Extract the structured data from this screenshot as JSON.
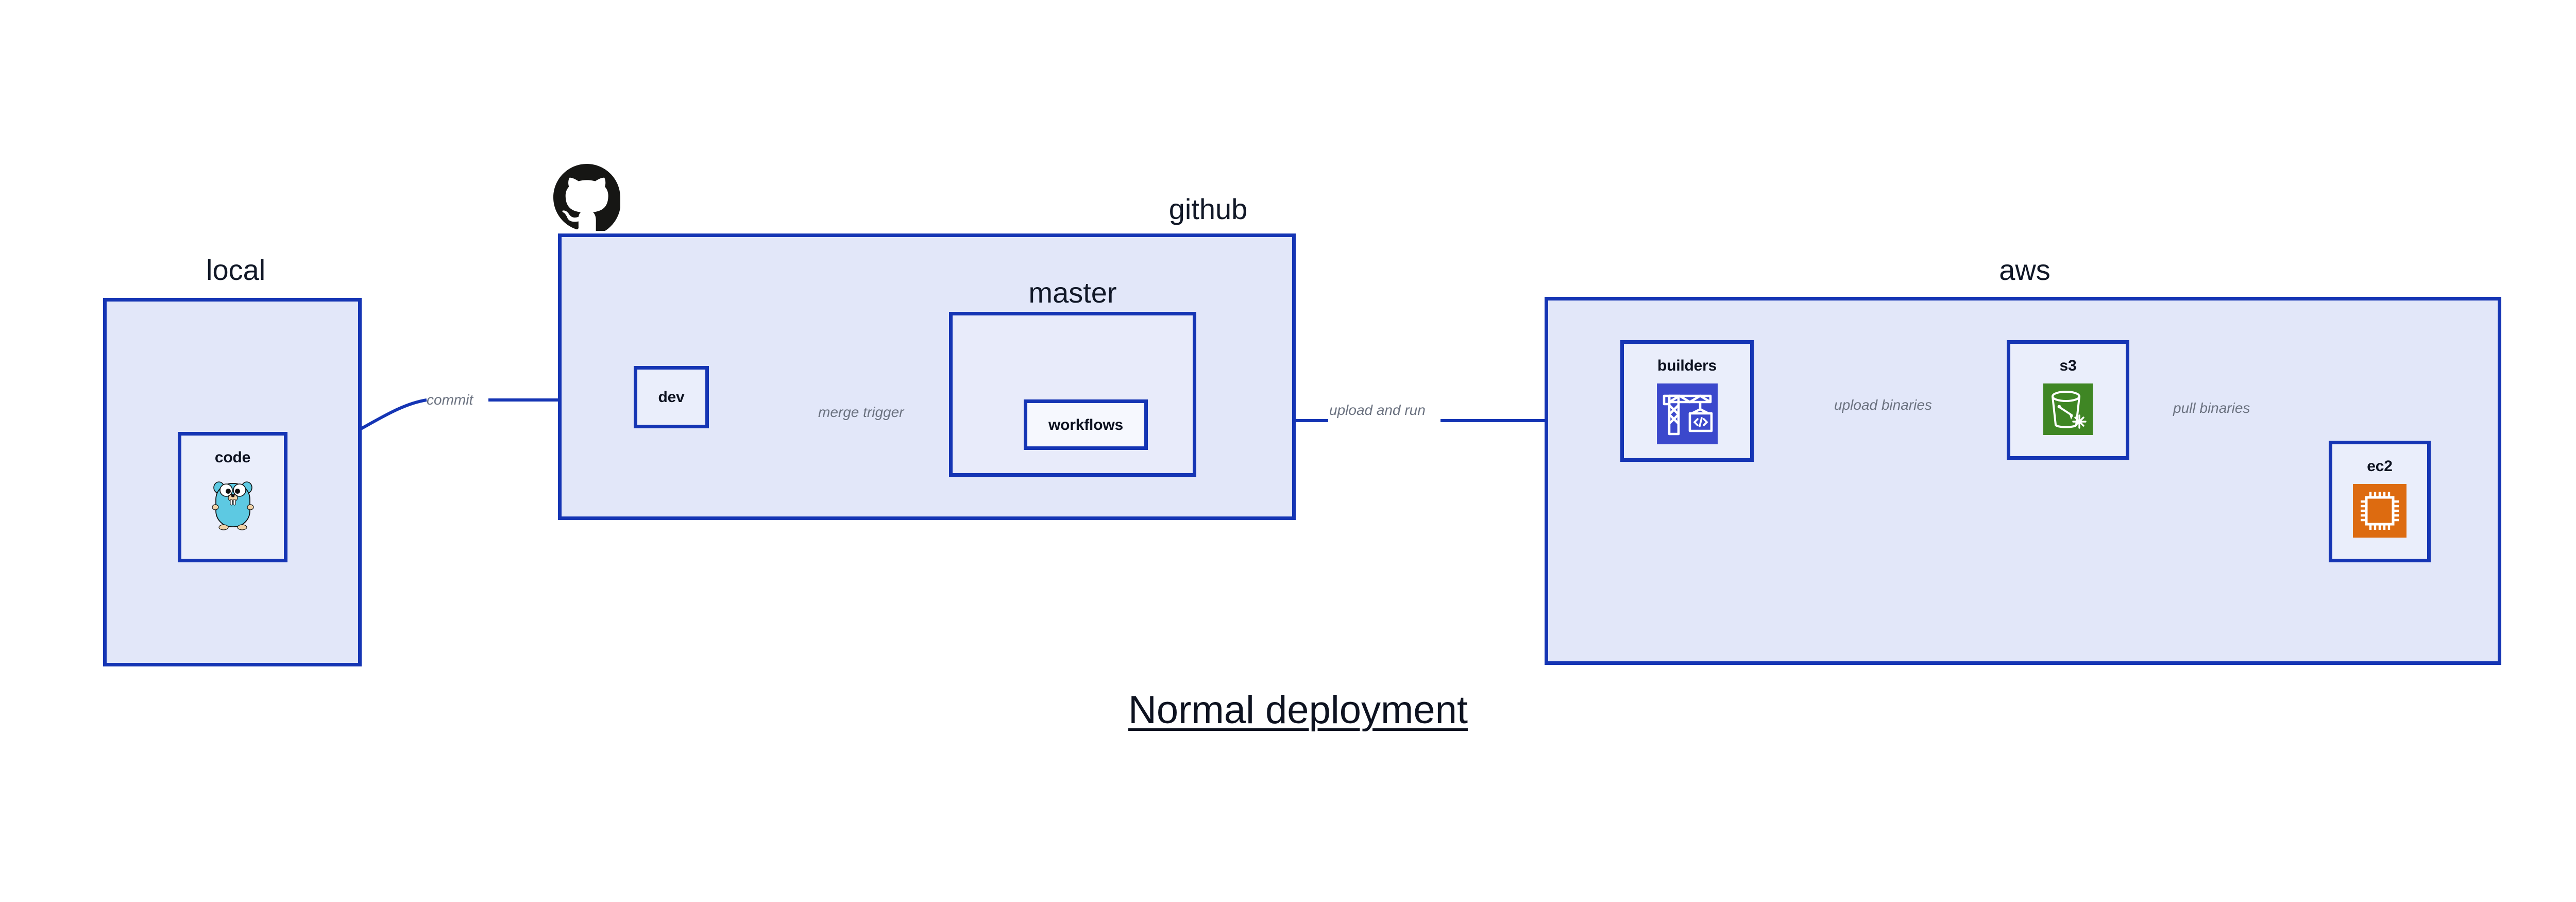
{
  "diagram": {
    "title": "Normal deployment",
    "type": "flow-diagram",
    "colors": {
      "container_fill": "#e2e7f9",
      "container_border": "#1535b4",
      "node_fill": "#eaeefb",
      "node_fill_light": "#f6f8fe",
      "edge": "#1535b4",
      "edge_label_text": "#6b7280",
      "label_text": "#111827",
      "codebuild_icon": "#3b48cc",
      "s3_icon": "#3f8624",
      "ec2_icon": "#dd6b10",
      "gopher_icon": "#5dc9e2",
      "github_logo": "#161614"
    },
    "groups": [
      {
        "id": "local",
        "label": "local"
      },
      {
        "id": "github",
        "label": "github"
      },
      {
        "id": "master",
        "label": "master"
      },
      {
        "id": "aws",
        "label": "aws"
      }
    ],
    "nodes": [
      {
        "id": "code",
        "label": "code",
        "icon": "go-gopher-icon"
      },
      {
        "id": "dev",
        "label": "dev",
        "icon": "none"
      },
      {
        "id": "workflows",
        "label": "workflows",
        "icon": "none"
      },
      {
        "id": "builders",
        "label": "builders",
        "icon": "aws-codebuild-icon"
      },
      {
        "id": "s3",
        "label": "s3",
        "icon": "aws-s3-bucket-icon"
      },
      {
        "id": "ec2",
        "label": "ec2",
        "icon": "aws-ec2-instance-icon"
      }
    ],
    "edges": [
      {
        "id": "code-to-dev",
        "from": "code",
        "to": "dev",
        "label": "commit"
      },
      {
        "id": "dev-to-workflows",
        "from": "dev",
        "to": "workflows",
        "label": "merge trigger"
      },
      {
        "id": "workflows-to-builders",
        "from": "workflows",
        "to": "builders",
        "label": "upload and run"
      },
      {
        "id": "builders-to-s3",
        "from": "builders",
        "to": "s3",
        "label": "upload binaries"
      },
      {
        "id": "s3-to-ec2",
        "from": "s3",
        "to": "ec2",
        "label": "pull binaries"
      }
    ],
    "logos": [
      {
        "id": "github-octocat",
        "icon": "github-octocat-icon"
      }
    ]
  }
}
